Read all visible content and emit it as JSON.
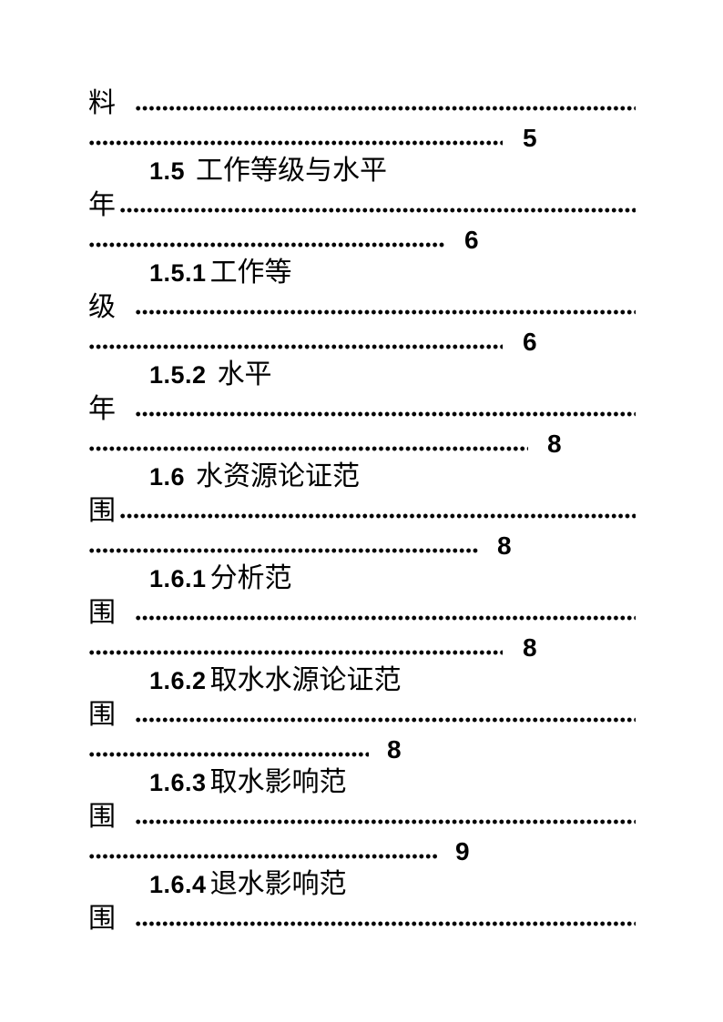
{
  "entries": [
    {
      "lead": "料",
      "page": "5"
    },
    {
      "heading_num": "1.5",
      "heading_text": "工作等级与水平"
    },
    {
      "lead": "年",
      "page": "6"
    },
    {
      "heading_num": "1.5.1",
      "heading_text": "工作等"
    },
    {
      "lead": "级",
      "page": "6"
    },
    {
      "heading_num": "1.5.2",
      "heading_text": "水平"
    },
    {
      "lead": "年",
      "page": "8"
    },
    {
      "heading_num": "1.6",
      "heading_text": "水资源论证范"
    },
    {
      "lead": "围",
      "page": "8"
    },
    {
      "heading_num": "1.6.1",
      "heading_text": "分析范"
    },
    {
      "lead": "围",
      "page": "8"
    },
    {
      "heading_num": "1.6.2",
      "heading_text": "取水水源论证范"
    },
    {
      "lead": "围",
      "page": "8"
    },
    {
      "heading_num": "1.6.3",
      "heading_text": "取水影响范"
    },
    {
      "lead": "围",
      "page": "9"
    },
    {
      "heading_num": "1.6.4",
      "heading_text": "退水影响范"
    },
    {
      "lead": "围"
    }
  ]
}
